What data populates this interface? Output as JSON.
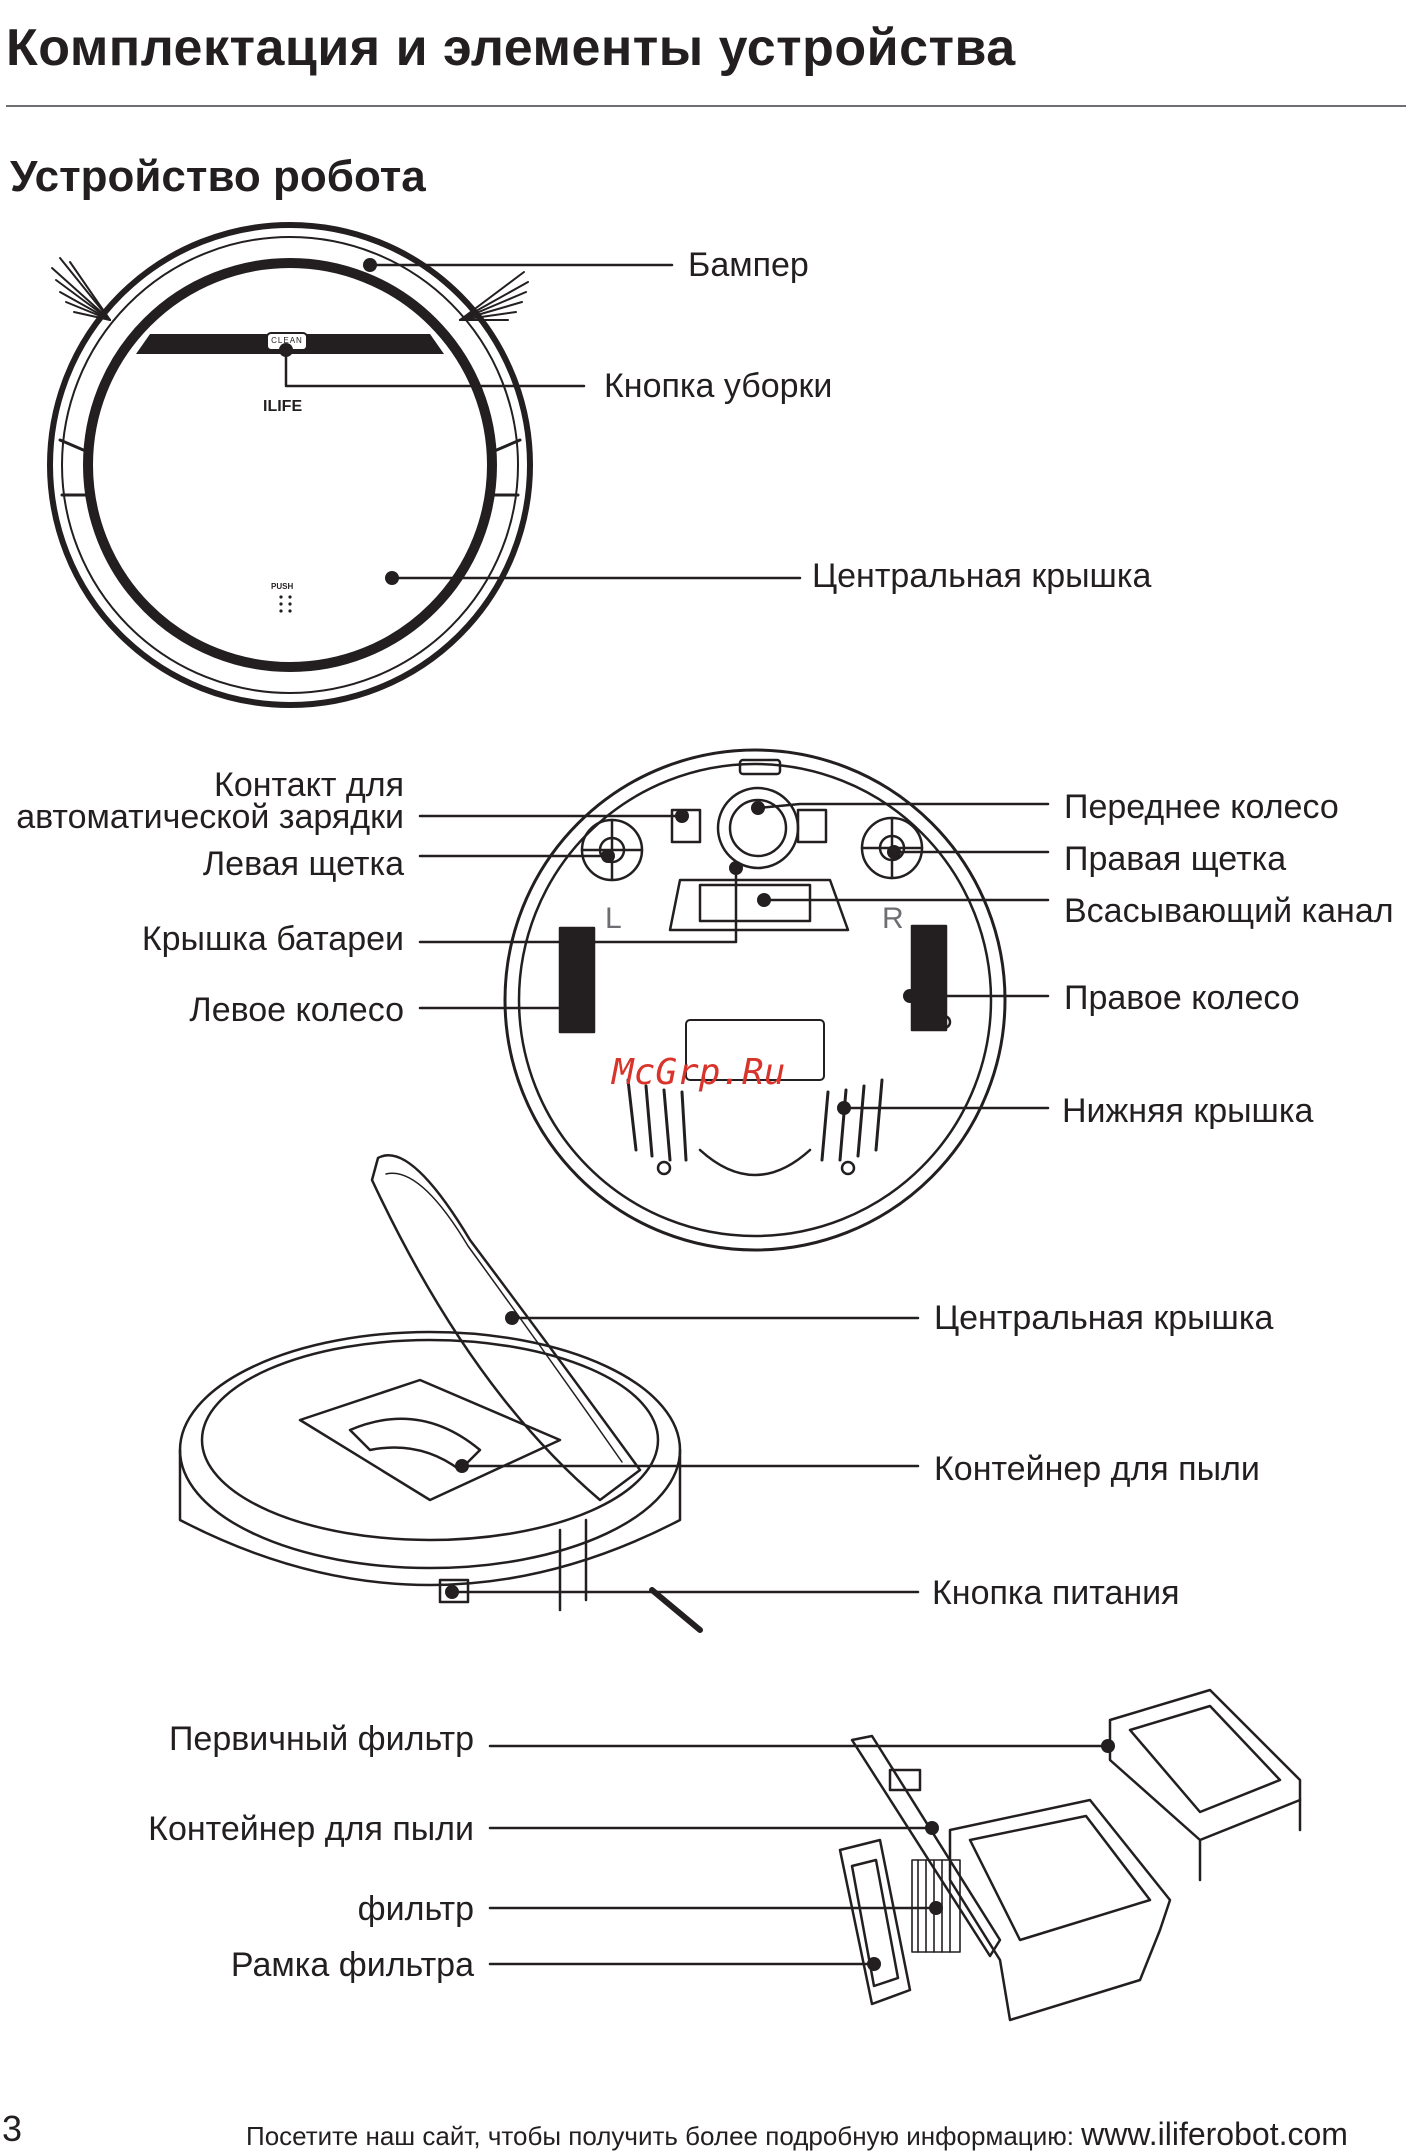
{
  "page": {
    "title": "Комплектация и элементы устройства",
    "subtitle": "Устройство робота",
    "page_number": "3",
    "footer_text": "Посетите наш сайт, чтобы получить более подробную информацию:",
    "footer_site": "www.iliferobot.com",
    "watermark": "McGrp.Ru"
  },
  "robot_top": {
    "brand": "ILIFE",
    "button_text": "CLEAN",
    "push_text": "PUSH",
    "labels": {
      "bumper": "Бампер",
      "clean_button": "Кнопка уборки",
      "central_cover": "Центральная крышка"
    }
  },
  "robot_bottom": {
    "left_mark": "L",
    "right_mark": "R",
    "labels": {
      "charge_contact_1": "Контакт для",
      "charge_contact_2": "автоматической зарядки",
      "left_brush": "Левая щетка",
      "battery_cover": "Крышка батареи",
      "left_wheel": "Левое колесо",
      "front_wheel": "Переднее колесо",
      "right_brush": "Правая щетка",
      "suction_channel": "Всасывающий канал",
      "right_wheel": "Правое колесо",
      "bottom_cover": "Нижняя крышка"
    }
  },
  "robot_open": {
    "labels": {
      "central_cover": "Центральная крышка",
      "dust_bin": "Контейнер для пыли",
      "power_button": "Кнопка питания"
    }
  },
  "dust_bin_parts": {
    "labels": {
      "primary_filter": "Первичный фильтр",
      "dust_bin": "Контейнер для пыли",
      "filter": "фильтр",
      "filter_frame": "Рамка фильтра"
    }
  }
}
